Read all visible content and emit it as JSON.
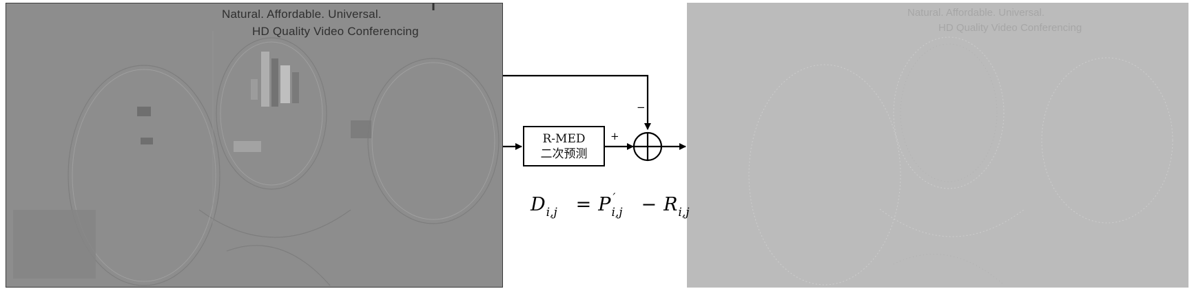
{
  "left_image": {
    "banner_line1": "Natural. Affordable. Universal.",
    "banner_line2": "HD Quality Video Conferencing"
  },
  "right_image": {
    "banner_line1": "Natural. Affordable. Universal.",
    "banner_line2": "HD Quality Video Conferencing"
  },
  "block": {
    "line1": "R-MED",
    "line2": "二次预测"
  },
  "signs": {
    "minus": "−",
    "plus": "+"
  },
  "formula": {
    "lhs": "D",
    "lhs_sub": "i,j",
    "eq": "=",
    "p": "P",
    "p_sup": "′",
    "p_sub": "i,j",
    "minus": "−",
    "r": "R",
    "r_sub": "i,j"
  },
  "colors": {
    "left_bg": "#8d8d8d",
    "right_bg": "#bbbbbb",
    "stroke": "#000000"
  }
}
